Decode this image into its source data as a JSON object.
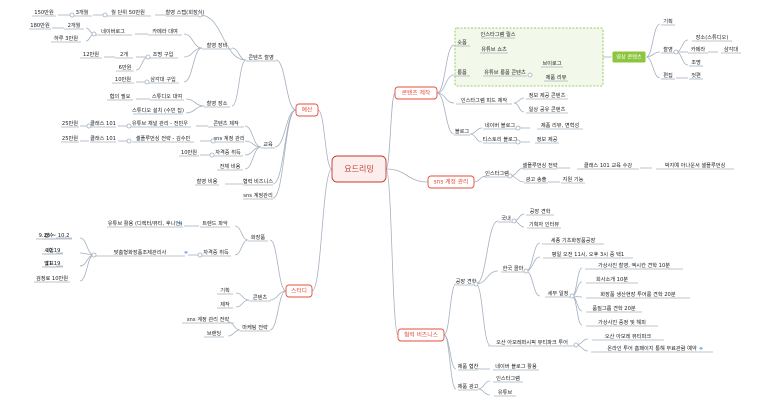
{
  "root": "요드리밍",
  "colors": {
    "line": "#a4b0bf",
    "root_stroke": "#c0392b",
    "root_fill": "#fdeeee",
    "branch_stroke": "#e74c3c",
    "green": "#7bbf3a",
    "green_fill": "#8cc63f",
    "text": "#222222",
    "pin": "#3b82f6"
  },
  "budget": {
    "label": "예산",
    "content_shoot": "콘텐츠 촬영",
    "shoot_equipment": "촬영 장비",
    "shoot_place": "촬영 장소",
    "shoot_staff": "촬영 스텝(회장실)",
    "monthly": "월 단위 50만원",
    "staff_months": "3개월",
    "staff_cost": "150만원",
    "camera_rent": "카메라 대여",
    "naver_blog": "네이버로그",
    "blog_months": "2개월",
    "blog_cost": "180만원",
    "daily_30": "하루 3만원",
    "light_buy": "조명 구입",
    "light_count": "2개",
    "light_cost": "12만원",
    "light_cost_b": "6만원",
    "tripod_buy": "삼각대 구입",
    "tripod_cost": "10만원",
    "studio_rent": "스튜디오 대여",
    "when_needed": "협의 필요",
    "studio_setup": "스튜디오 설치 (수민 집)",
    "education": "교육",
    "content_make": "콘텐츠 제작",
    "youtube_mgmt": "유튜브 채널 관리 - 전민우",
    "class101": "클래스 101",
    "class101_cost": "25만원",
    "sns_channel": "sns 계정 관리",
    "self_shoot": "셀플루먼싱 전략 - 김수민",
    "class101_b": "클래스 101",
    "class101_b_cost": "25만원",
    "cert": "자격증 취득",
    "cert_cost": "10만원",
    "total_cost": "전체 비용",
    "shoot_biz": "협력 비즈니스",
    "camera_cost": "촬영 비용",
    "sns_account": "sns 계정관리"
  },
  "study": {
    "label": "스터디",
    "hobby": "화장품",
    "trend": "트렌드 파악",
    "youtube_watch": "유튜브 활용 (디렉터/뷰티, 후니언)",
    "cert": "자격증 취득",
    "cert_course": "맞춤형화장품조제관리사",
    "d1": "9.26 ~ 10.2",
    "d1v": "접수",
    "d2": "10.19",
    "d2v": "시험",
    "d3": "11.19",
    "d3v": "발표",
    "fee": "검정료 10만원",
    "content": "콘텐츠",
    "plan": "기획",
    "make": "제작",
    "marketing": "마케팅 전략",
    "sns_strategy": "sns 계정 관리 전략",
    "branding": "브랜딩"
  },
  "content_make": {
    "label": "콘텐츠 제작",
    "shorts": "숏폼",
    "insta_reels": "인스타그램 릴스",
    "yt_shorts": "유튜브 쇼츠",
    "long": "롱폼",
    "yt_long": "유튜브 롱폼 콘텐츠",
    "vlog": "브이로그",
    "product_review": "제품 리뷰",
    "insta_feed": "인스타그램 피드 제작",
    "info_content": "정보 제공 콘텐츠",
    "daily_share": "일상 공유 콘텐츠",
    "blog": "블로그",
    "naver_blog": "네이버 블로그",
    "product_review_b": "제품 리뷰, 변혁성",
    "tistory": "티스토리 블로그",
    "info": "정보 제공",
    "video_content": "영상 콘텐츠",
    "plan": "기획",
    "shoot": "촬영",
    "place": "장소(스튜디오)",
    "camera": "카메라",
    "tripod": "삼각대",
    "lighting": "조명",
    "edit": "편집",
    "cut": "컷편"
  },
  "sns": {
    "label": "sns 계정 관리",
    "insta": "인스타그램",
    "self_strategy": "셀플루먼싱 전략",
    "class_buy": "클래스 101 교육 수강",
    "influencer": "박지예 아나운서 셀플루먼싱",
    "ads": "광고 송출",
    "paid": "지원 기능"
  },
  "biz": {
    "label": "협력 비즈니스",
    "factory_tour": "공장 견학",
    "domestic": "국내",
    "factory_visit": "공장 견학",
    "factory_interview": "기획자 인터뷰",
    "korea_cosmax": "한국 콜마",
    "cosmax_center": "세종 기초화장품공장",
    "schedule": "평일 오전 11시, 오후 3시 중 택1",
    "detail_plan": "세부 일정",
    "p1": "가상사진 촬영, 엑시칸 견학 10분",
    "p2": "회사소개 10분",
    "p3": "화장품 생산현장 투어룸 견학 20분",
    "p4": "품질그룹 견학 20분",
    "p5": "가상사진 증정 및 해피",
    "offline": "오산 아모레퍼시픽 뷰티파크 투어",
    "offline_a": "오산 아모레 뷰티파크",
    "offline_b": "온라인 투어 홈페이지 통해 무료관람 예약",
    "product_collab": "제품 협찬",
    "naver_collab": "네이버 블로그 활용",
    "product_ad": "제품 광고",
    "insta": "인스타그램",
    "youtube": "유튜브"
  }
}
